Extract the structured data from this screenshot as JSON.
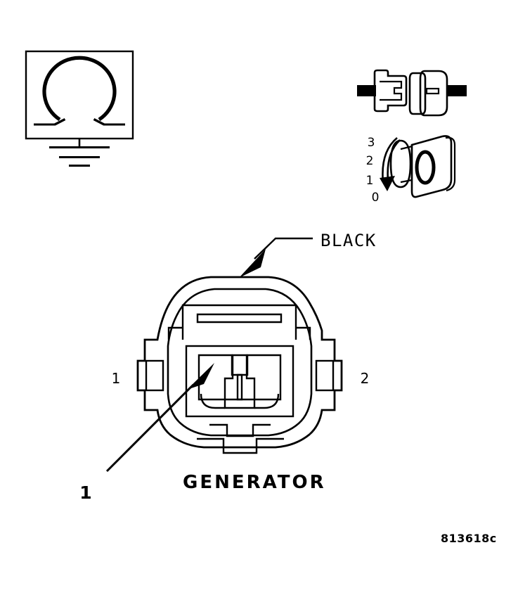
{
  "figure": {
    "id_label": "813618c",
    "component_label": "GENERATOR",
    "domain": "automotive wiring connector diagram"
  },
  "meter_symbol": {
    "name": "ohmmeter-ground-symbol",
    "symbol_glyph": "Ω",
    "description": "Ohmmeter symbol in box with chassis ground below"
  },
  "connector_pair": {
    "name": "connector-mate-illustration",
    "left_half_label": "male-connector-half",
    "right_half_label": "female-connector-half"
  },
  "disconnect_detail": {
    "name": "connector-disconnect-detail",
    "scale_values": [
      "3",
      "2",
      "1",
      "0"
    ],
    "arrow_direction": "down"
  },
  "wire_callout": {
    "label": "BLACK",
    "points_to": "connector-body-top"
  },
  "connector_face": {
    "name": "generator-connector-face",
    "pin_left_label": "1",
    "pin_right_label": "2",
    "cavity_count": 2
  },
  "callouts": [
    {
      "id": "1",
      "label": "1",
      "target": "terminal-cavity-1"
    }
  ]
}
